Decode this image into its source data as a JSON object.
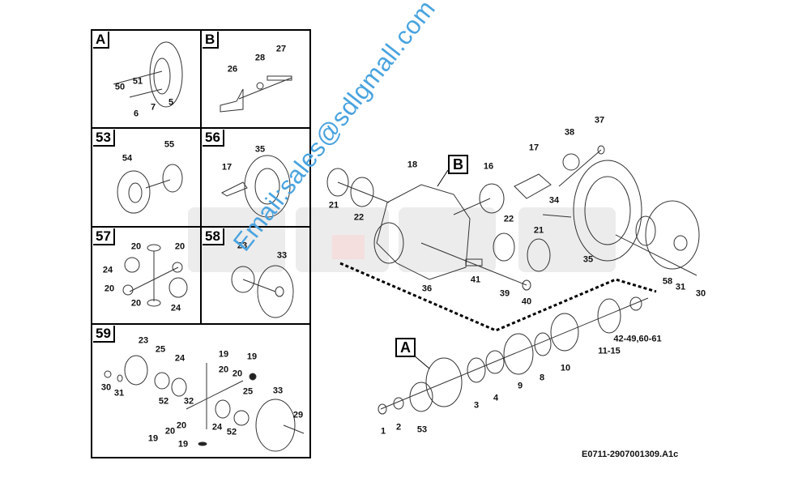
{
  "panels": [
    {
      "id": "A",
      "labels": [
        "50",
        "51",
        "7",
        "6",
        "5"
      ]
    },
    {
      "id": "B",
      "labels": [
        "26",
        "28",
        "27"
      ]
    },
    {
      "id": "53",
      "labels": [
        "54",
        "55"
      ]
    },
    {
      "id": "56",
      "labels": [
        "17",
        "35"
      ]
    },
    {
      "id": "57",
      "labels": [
        "20",
        "20",
        "24",
        "20",
        "20",
        "24"
      ]
    },
    {
      "id": "58",
      "labels": [
        "23",
        "33"
      ]
    },
    {
      "id": "59",
      "labels": [
        "23",
        "25",
        "24",
        "19",
        "20",
        "19",
        "20",
        "25",
        "33",
        "29",
        "30",
        "31",
        "52",
        "32",
        "19",
        "20",
        "20",
        "24",
        "52",
        "19"
      ]
    }
  ],
  "main": {
    "callouts": [
      "B",
      "A"
    ],
    "labels": [
      "18",
      "16",
      "17",
      "38",
      "37",
      "21",
      "22",
      "34",
      "22",
      "21",
      "35",
      "36",
      "41",
      "39",
      "40",
      "58",
      "31",
      "30",
      "1",
      "2",
      "53",
      "3",
      "4",
      "9",
      "8",
      "10",
      "11-15",
      "42-49,60-61"
    ]
  },
  "footer": "E0711-2907001309.A1c",
  "watermark": "Email:sales@sdlgmall.com",
  "colors": {
    "watermark": "#4aa3df",
    "background_logo": "#e9e9e9",
    "logo_red": "#f3dada"
  }
}
